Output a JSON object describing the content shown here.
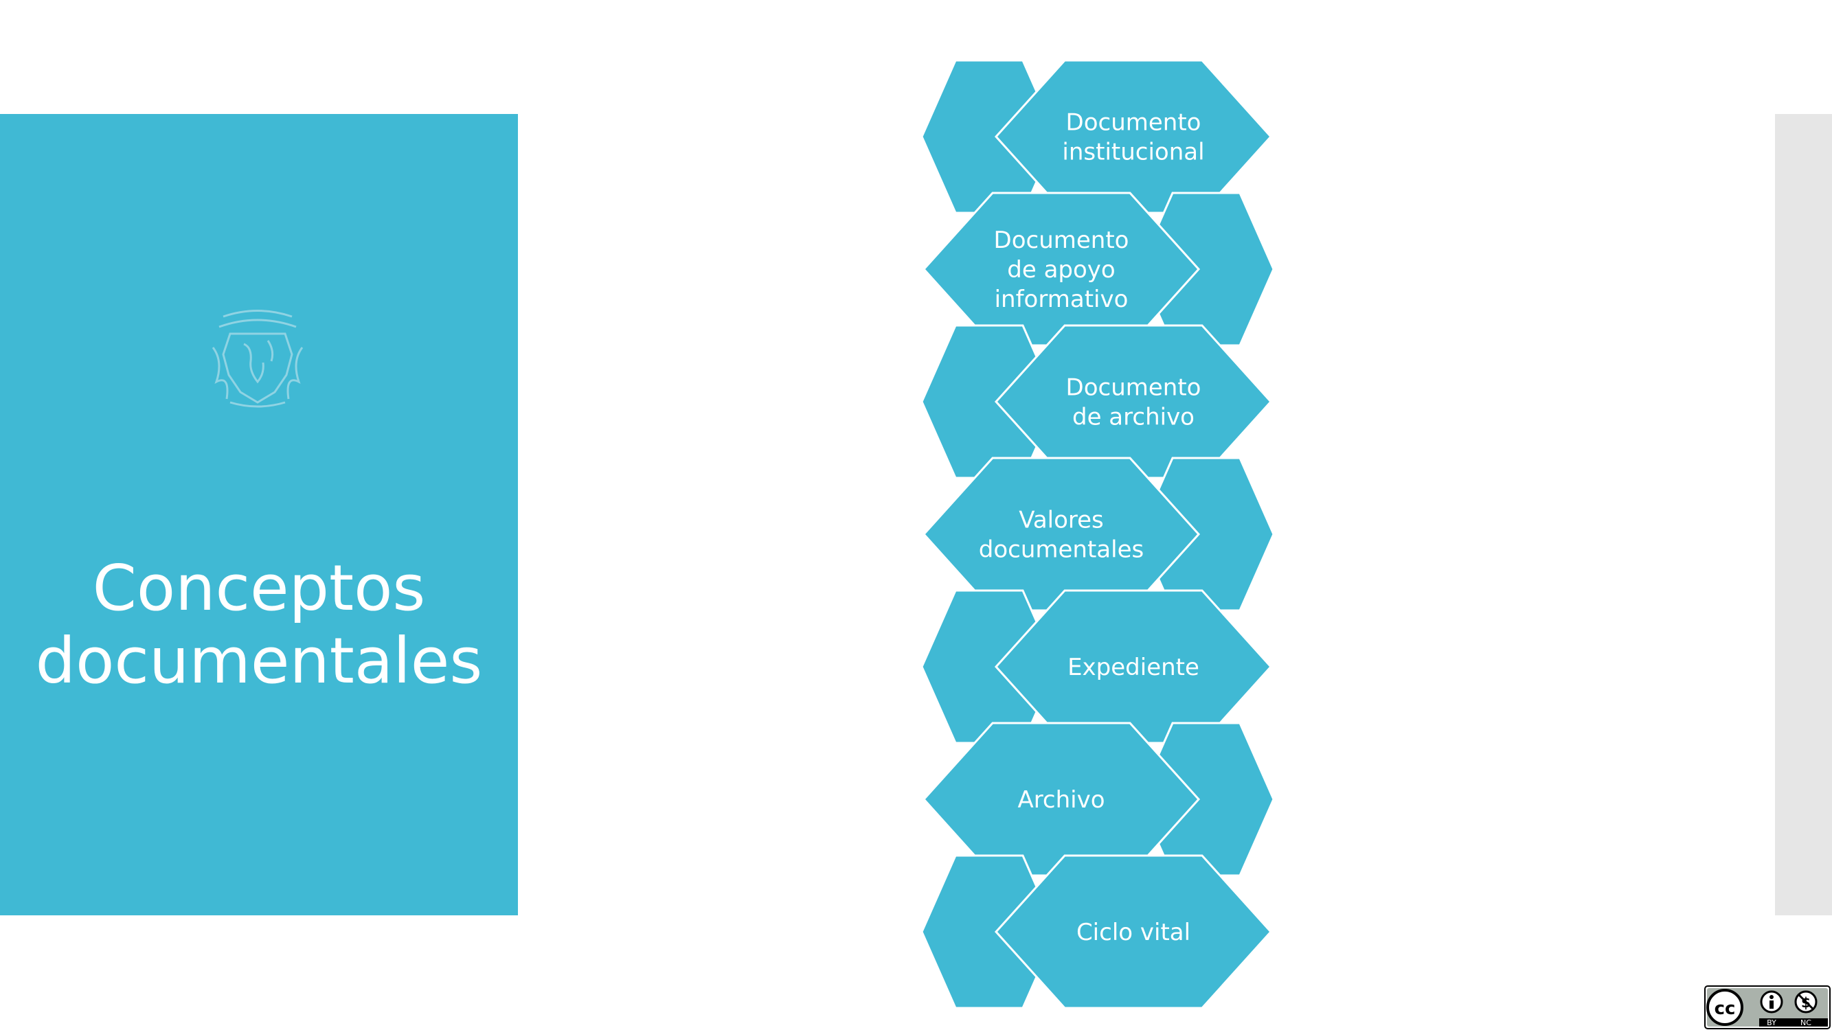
{
  "colors": {
    "accent": "#40b9d4",
    "side_bar": "#e6e6e6",
    "text_on_accent": "#ffffff"
  },
  "title_lines": [
    "Conceptos",
    "documentales"
  ],
  "logo": {
    "name": "university-seal",
    "icon": "seal-icon"
  },
  "diagram": {
    "type": "hexagon-stack",
    "items": [
      {
        "lines": [
          "Documento",
          "institucional"
        ]
      },
      {
        "lines": [
          "Documento",
          "de apoyo",
          "informativo"
        ]
      },
      {
        "lines": [
          "Documento",
          "de archivo"
        ]
      },
      {
        "lines": [
          "Valores",
          "documentales"
        ]
      },
      {
        "lines": [
          "Expediente"
        ]
      },
      {
        "lines": [
          "Archivo"
        ]
      },
      {
        "lines": [
          "Ciclo vital"
        ]
      }
    ]
  },
  "license_badge": {
    "cc": "cc",
    "by": "BY",
    "nc": "NC"
  }
}
